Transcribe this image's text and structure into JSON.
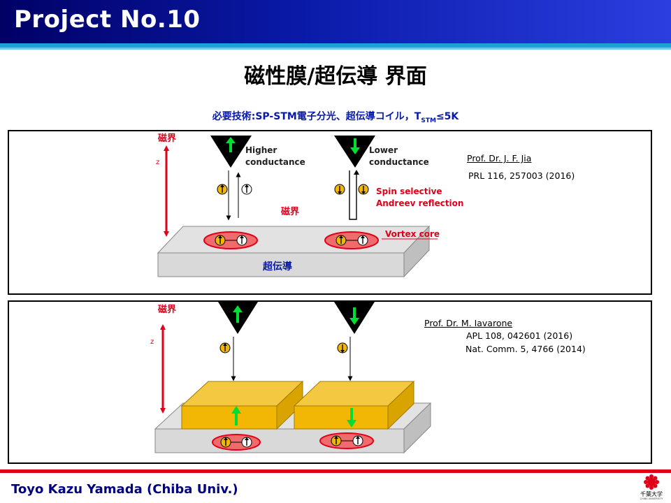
{
  "header": {
    "title": "Project No.10"
  },
  "slide": {
    "title": "磁性膜/超伝導 界面",
    "tech_prefix": "必要技術:SP-STM電子分光、超伝導コイル，T",
    "tech_sub": "STM",
    "tech_suffix": "≤5K"
  },
  "top_panel": {
    "field_label": "磁界",
    "z_label": "z",
    "tip_left_label_1": "Higher",
    "tip_left_label_2": "conductance",
    "tip_right_label_1": "Lower",
    "tip_right_label_2": "conductance",
    "center_field_label": "磁界",
    "spin_label_1": "Spin selective",
    "spin_label_2": "Andreev reflection",
    "vortex_label": "Vortex core",
    "substrate_label": "超伝導",
    "ref_name": "Prof. Dr. J. F. Jia",
    "ref_citation": "PRL 116, 257003 (2016)"
  },
  "bottom_panel": {
    "field_label": "磁界",
    "z_label": "z",
    "ref_name": "Prof. Dr. M. Iavarone",
    "ref_citation_1": "APL 108, 042601 (2016)",
    "ref_citation_2": "Nat. Comm. 5, 4766 (2014)"
  },
  "footer": {
    "author": "Toyo Kazu Yamada (Chiba Univ.)",
    "logo_text": "千葉大学",
    "logo_sub": "CHIBA UNIVERSITY"
  },
  "colors": {
    "header_dark": "#000066",
    "header_light": "#2b3fe0",
    "accent_red": "#e0001a",
    "spin_green": "#00cc33",
    "gold": "#f2b705",
    "vortex_fill": "#f06b6b",
    "substrate_gray": "#d9d9d9"
  }
}
